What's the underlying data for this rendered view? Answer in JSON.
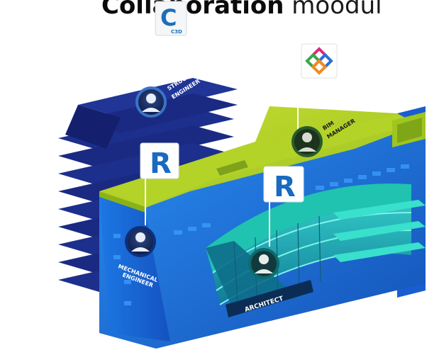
{
  "title": {
    "bold": "Collaboration",
    "rest": "moodul"
  },
  "apps": {
    "civil3d_label": "C3D",
    "civil3d_letter": "C",
    "revit_letter": "R"
  },
  "roles": {
    "structural_line1": "STRUCTURAL",
    "structural_line2": "ENGINEER",
    "bim_line1": "BIM",
    "bim_line2": "MANAGER",
    "mechanical_line1": "MECHANICAL",
    "mechanical_line2": "ENGINEER",
    "architect": "ARCHITECT"
  },
  "colors": {
    "structural_blue": "#1d2f8c",
    "tower_dark": "#141f6e",
    "main_blue": "#1f6fe0",
    "roof_green": "#b9d52a",
    "glass_teal": "#18b9a8",
    "revit_blue": "#186bbf"
  }
}
